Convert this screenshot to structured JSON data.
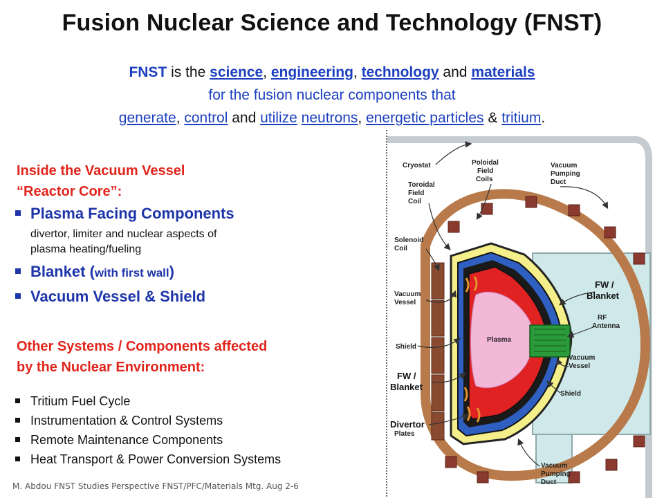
{
  "title": "Fusion Nuclear Science and Technology (FNST)",
  "intro": {
    "l1_fnst": "FNST",
    "l1_a": " is the ",
    "l1_science": "science",
    "l1_c1": ", ",
    "l1_engineering": "engineering",
    "l1_c2": ", ",
    "l1_technology": "technology",
    "l1_and": " and ",
    "l1_materials": "materials",
    "line2": "for the fusion nuclear components that",
    "l3_generate": "generate",
    "l3_c1": ", ",
    "l3_control": "control",
    "l3_and": " and ",
    "l3_utilize": "utilize",
    "l3_sp1": " ",
    "l3_neutrons": "neutrons",
    "l3_c2": ", ",
    "l3_energetic": "energetic particles",
    "l3_amp": " & ",
    "l3_tritium": "tritium",
    "l3_dot": "."
  },
  "inside": {
    "heading1": "Inside the Vacuum Vessel",
    "heading2": "“Reactor Core”:",
    "item1": "Plasma Facing Components",
    "item1_sub1": "divertor, limiter and nuclear aspects of",
    "item1_sub2": "plasma heating/fueling",
    "item2_a": "Blanket (",
    "item2_b": "with first wall",
    "item2_c": ")",
    "item3": "Vacuum Vessel & Shield"
  },
  "other": {
    "heading1": "Other Systems / Components affected",
    "heading2": "by the Nuclear Environment:",
    "items": [
      "Tritium Fuel Cycle",
      "Instrumentation & Control Systems",
      "Remote Maintenance Components",
      "Heat Transport & Power Conversion Systems"
    ]
  },
  "footer": "M. Abdou  FNST Studies Perspective FNST/PFC/Materials Mtg. Aug 2-6",
  "diagram_labels": {
    "cryostat": "Cryostat",
    "poloidal1": "Poloidal",
    "poloidal2": "Field",
    "poloidal3": "Coils",
    "vpd1_1": "Vacuum",
    "vpd1_2": "Pumping",
    "vpd1_3": "Duct",
    "toroidal1": "Toroidal",
    "toroidal2": "Field",
    "toroidal3": "Coil",
    "solenoid1": "Solenoid",
    "solenoid2": "Coil",
    "vv_left1": "Vacuum",
    "vv_left2": "Vessel",
    "shield_left": "Shield",
    "fw_left1": "FW /",
    "fw_left2": "Blanket",
    "divertor1": "Divertor",
    "divertor2": "Plates",
    "fw_right1": "FW /",
    "fw_right2": "Blanket",
    "rf1": "RF",
    "rf2": "Antenna",
    "plasma": "Plasma",
    "vv_right1": "Vacuum",
    "vv_right2": "Vessel",
    "shield_right": "Shield",
    "vpd2_1": "Vacuum",
    "vpd2_2": "Pumping",
    "vpd2_3": "Duct"
  },
  "colors": {
    "title": "#111111",
    "intro_blue": "#1b3fbf",
    "heading_red": "#e0241b",
    "list_blue": "#1d35a8",
    "cryostat": "#c4ccd1",
    "tf_coil": "#b87a4a",
    "yellow_layer": "#f4ef8a",
    "blue_layer": "#2f5fc0",
    "red_layer": "#e02222",
    "plasma": "#f3b8d8",
    "antenna": "#2b9a3a",
    "duct": "#cfe9ea"
  }
}
